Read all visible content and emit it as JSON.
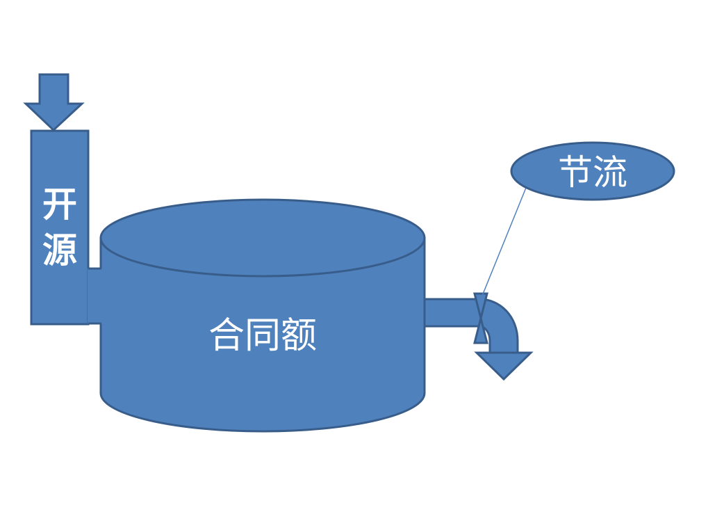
{
  "diagram": {
    "inflow_label": [
      "开",
      "源"
    ],
    "tank_label": "合同额",
    "valve_label": "节流"
  },
  "colors": {
    "fill": "#4f81bd",
    "stroke": "#385d8a",
    "text": "#ffffff",
    "background": "#ffffff"
  },
  "icons": {
    "inflow_arrow": "down-arrow-icon",
    "outflow_arrow": "down-arrow-icon",
    "valve": "bowtie-valve-icon"
  }
}
